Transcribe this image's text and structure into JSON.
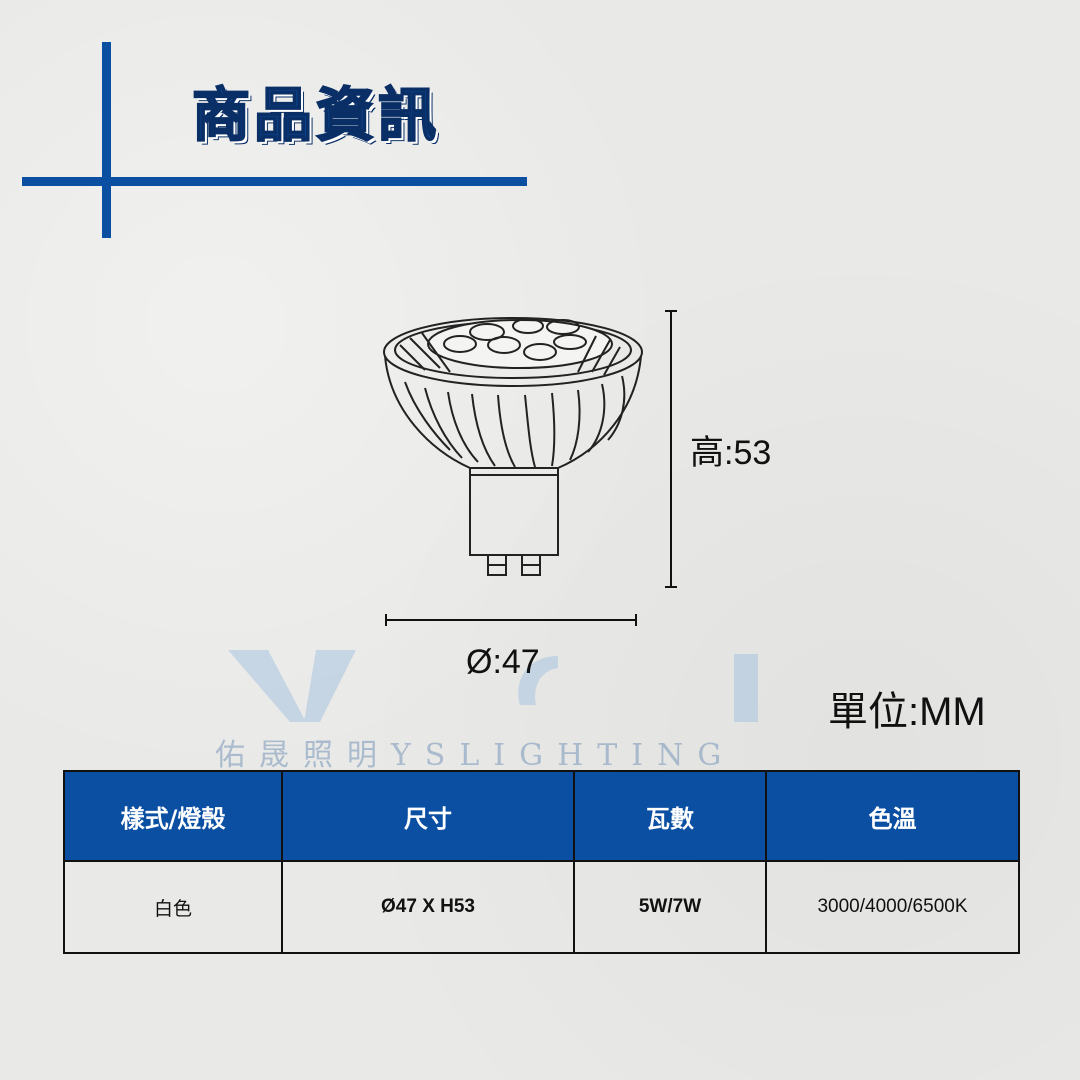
{
  "header": {
    "title": "商品資訊"
  },
  "dimensions": {
    "height_label": "高:53",
    "diameter_label": "Ø:47",
    "unit_label": "單位:MM"
  },
  "watermark": {
    "text": "佑晟照明YSLIGHTING"
  },
  "table": {
    "headers": [
      "樣式/燈殼",
      "尺寸",
      "瓦數",
      "色溫"
    ],
    "row": [
      "白色",
      "Ø47 X H53",
      "5W/7W",
      "3000/4000/6500K"
    ]
  },
  "colors": {
    "accent": "#0b4fa3",
    "background": "#e9e9e7"
  },
  "icons": {
    "product_drawing": "mr16-led-bulb-line-drawing"
  }
}
